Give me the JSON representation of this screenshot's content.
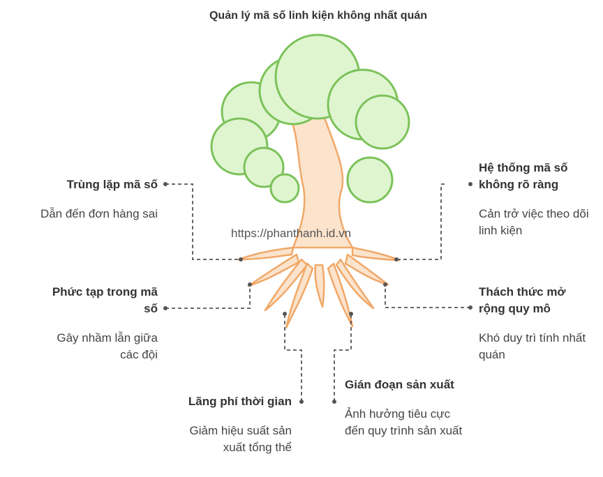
{
  "title": "Quản lý mã số linh kiện không nhất quán",
  "watermark": "https://phanthanh.id.vn",
  "items": [
    {
      "title": "Trùng lặp mã số",
      "desc": "Dẫn đến đơn hàng sai"
    },
    {
      "title": "Hệ thống mã số không rõ ràng",
      "desc": "Cản trở việc theo dõi linh kiện"
    },
    {
      "title": "Phức tạp trong mã số",
      "desc": "Gây nhầm lẫn giữa các đội"
    },
    {
      "title": "Thách thức mở rộng quy mô",
      "desc": "Khó duy trì tính nhất quán"
    },
    {
      "title": "Lãng phí thời gian",
      "desc": "Giảm hiệu suất sản xuất tổng thể"
    },
    {
      "title": "Gián đoạn sản xuất",
      "desc": "Ảnh hưởng tiêu cực đến quy trình sản xuất"
    }
  ],
  "colors": {
    "foliage_fill": "#dff5d0",
    "foliage_stroke": "#7cc25a",
    "trunk_fill": "#fbe3cc",
    "trunk_stroke": "#f0a868",
    "connector": "#555555"
  }
}
